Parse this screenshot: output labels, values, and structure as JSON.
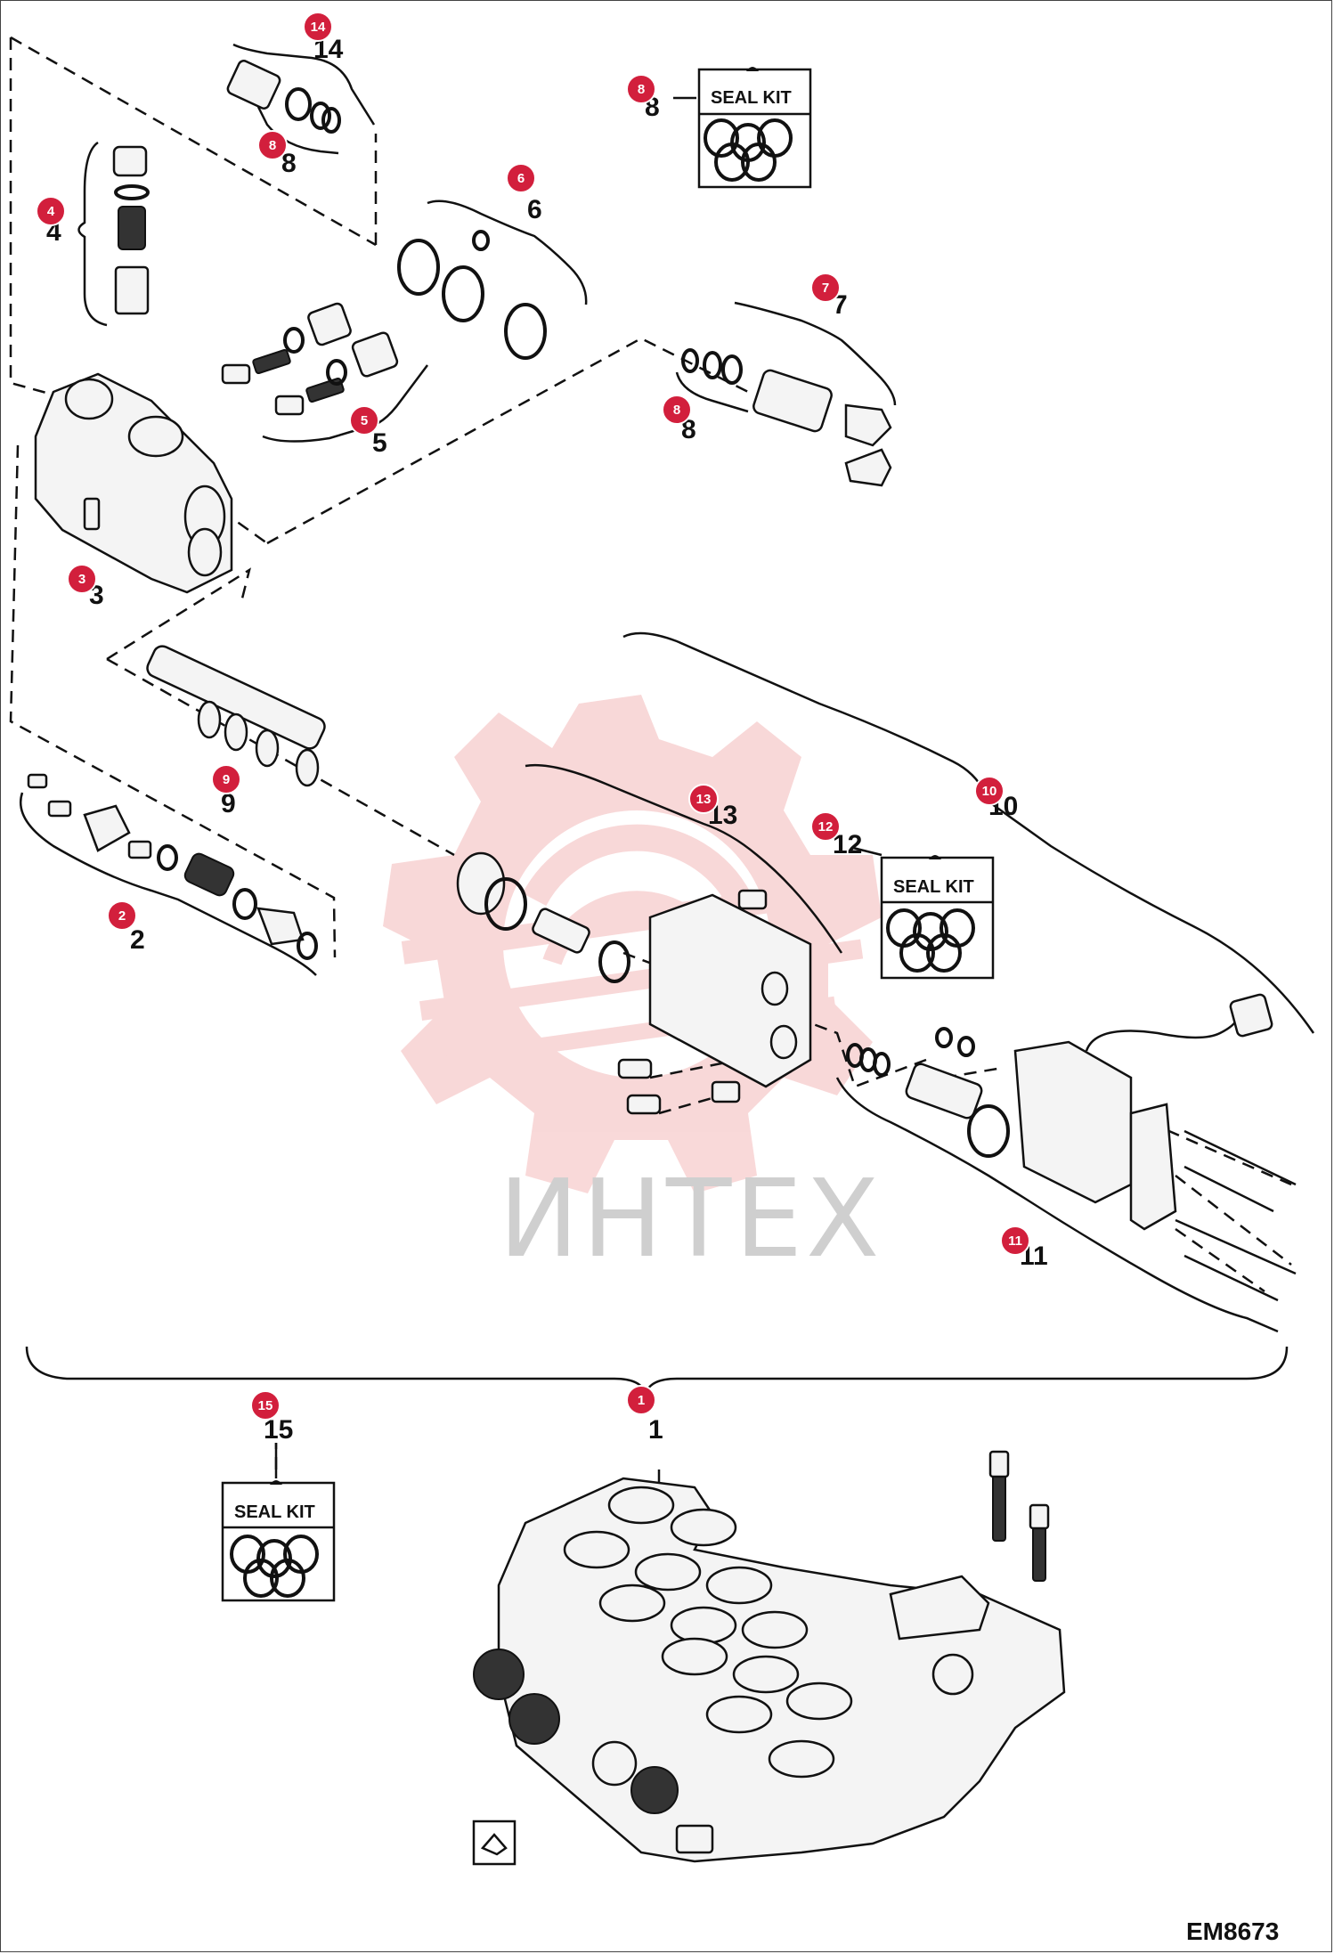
{
  "diagram": {
    "watermark_text": "ИНТЕХ",
    "drawing_code": "EM8673",
    "seal_kit_label": "SEAL KIT",
    "callouts": [
      {
        "id": "1",
        "number": "1"
      },
      {
        "id": "2",
        "number": "2"
      },
      {
        "id": "3",
        "number": "3"
      },
      {
        "id": "4",
        "number": "4"
      },
      {
        "id": "5",
        "number": "5"
      },
      {
        "id": "6",
        "number": "6"
      },
      {
        "id": "7",
        "number": "7"
      },
      {
        "id": "8a",
        "number": "8"
      },
      {
        "id": "8b",
        "number": "8"
      },
      {
        "id": "8c",
        "number": "8"
      },
      {
        "id": "9",
        "number": "9"
      },
      {
        "id": "10",
        "number": "10"
      },
      {
        "id": "11",
        "number": "11"
      },
      {
        "id": "12",
        "number": "12"
      },
      {
        "id": "13",
        "number": "13"
      },
      {
        "id": "14",
        "number": "14"
      },
      {
        "id": "15",
        "number": "15"
      }
    ],
    "colors": {
      "marker": "#d21f3c",
      "line": "#111111",
      "watermark_red": "#f2b4b4",
      "watermark_gray": "#cfcfcf"
    }
  }
}
